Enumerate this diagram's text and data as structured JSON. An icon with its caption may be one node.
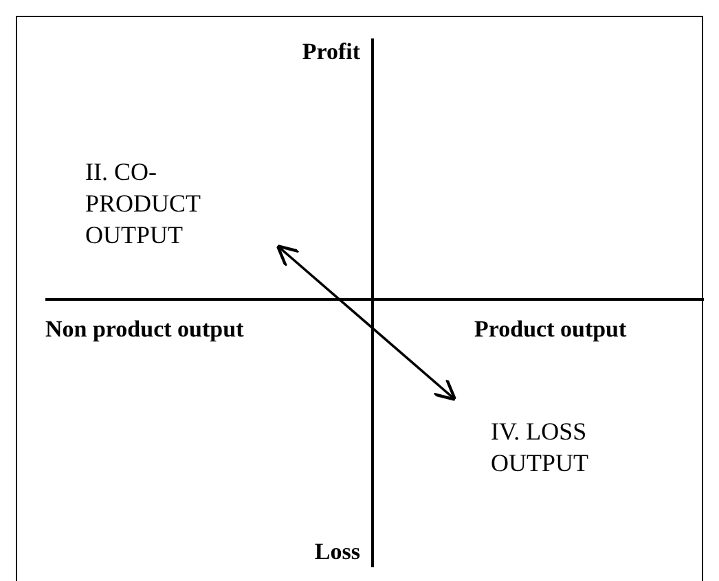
{
  "diagram": {
    "nodes": [
      {
        "text": [
          "II. CO-PRODUCT OUTPUT"
        ]
      },
      {
        "text": [
          "IV. LOSS OUTPUT"
        ]
      }
    ],
    "edges": [
      {
        "from": 0,
        "to": 1,
        "arrow": "both"
      }
    ],
    "labels": [
      "Profit",
      "Non product output",
      "Product output",
      "Loss"
    ]
  }
}
